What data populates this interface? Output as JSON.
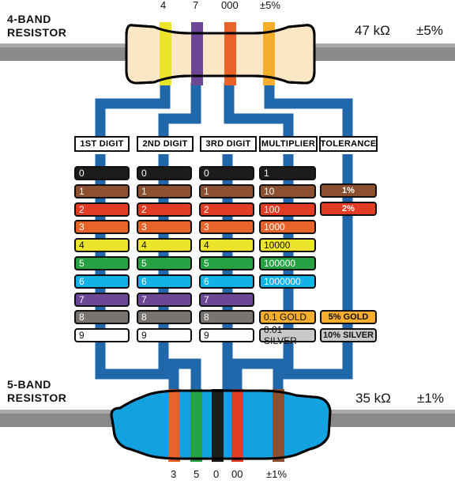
{
  "four_band": {
    "title": "4-BAND\nRESISTOR",
    "value": "47 kΩ",
    "tolerance": "±5%",
    "code": {
      "d1": "4",
      "d2": "7",
      "mult": "000",
      "tol": "±5%"
    },
    "band_colors": [
      "#ece42a",
      "#6b4796",
      "#e8632a",
      "#f7ae2c"
    ]
  },
  "five_band": {
    "title": "5-BAND\nRESISTOR",
    "value": "35 kΩ",
    "tolerance": "±1%",
    "code": {
      "d1": "3",
      "d2": "5",
      "d3": "0",
      "mult": "00",
      "tol": "±1%"
    },
    "band_colors": [
      "#e8632a",
      "#27a243",
      "#1c1c1c",
      "#e23c25",
      "#8c5030"
    ]
  },
  "headers": {
    "digit1": "1ST DIGIT",
    "digit2": "2ND DIGIT",
    "digit3": "3RD DIGIT",
    "multiplier": "MULTIPLIER",
    "tolerance": "TOLERANCE"
  },
  "digits": [
    {
      "label": "0",
      "color": "#1c1c1c",
      "text": "#ffffff"
    },
    {
      "label": "1",
      "color": "#8c5030",
      "text": "#ffffff"
    },
    {
      "label": "2",
      "color": "#e23c25",
      "text": "#ffffff"
    },
    {
      "label": "3",
      "color": "#e8632a",
      "text": "#ffffff"
    },
    {
      "label": "4",
      "color": "#ece42a",
      "text": "#111111"
    },
    {
      "label": "5",
      "color": "#27a243",
      "text": "#ffffff"
    },
    {
      "label": "6",
      "color": "#12b1e6",
      "text": "#ffffff"
    },
    {
      "label": "7",
      "color": "#6b4796",
      "text": "#ffffff"
    },
    {
      "label": "8",
      "color": "#777472",
      "text": "#ffffff"
    },
    {
      "label": "9",
      "color": "#ffffff",
      "text": "#111111"
    }
  ],
  "multipliers": [
    {
      "label": "1",
      "color": "#1c1c1c",
      "text": "#ffffff"
    },
    {
      "label": "10",
      "color": "#8c5030",
      "text": "#ffffff"
    },
    {
      "label": "100",
      "color": "#e23c25",
      "text": "#ffffff"
    },
    {
      "label": "1000",
      "color": "#e8632a",
      "text": "#ffffff"
    },
    {
      "label": "10000",
      "color": "#ece42a",
      "text": "#111111"
    },
    {
      "label": "100000",
      "color": "#27a243",
      "text": "#ffffff"
    },
    {
      "label": "1000000",
      "color": "#12b1e6",
      "text": "#ffffff"
    },
    {
      "label": "0.1 GOLD",
      "color": "#f7ae2c",
      "text": "#111111"
    },
    {
      "label": "0.01 SILVER",
      "color": "#c9c9c9",
      "text": "#111111"
    }
  ],
  "tolerances": [
    {
      "label": "1%",
      "color": "#8c5030",
      "text": "#ffffff"
    },
    {
      "label": "2%",
      "color": "#e23c25",
      "text": "#ffffff"
    },
    {
      "label": "5% GOLD",
      "color": "#f7ae2c",
      "text": "#111111"
    },
    {
      "label": "10% SILVER",
      "color": "#c9c9c9",
      "text": "#111111"
    }
  ],
  "colors": {
    "connector": "#2167ab",
    "four_body": "#fbe7c6",
    "five_body": "#12a2df",
    "lead": "#8a8a8a"
  }
}
